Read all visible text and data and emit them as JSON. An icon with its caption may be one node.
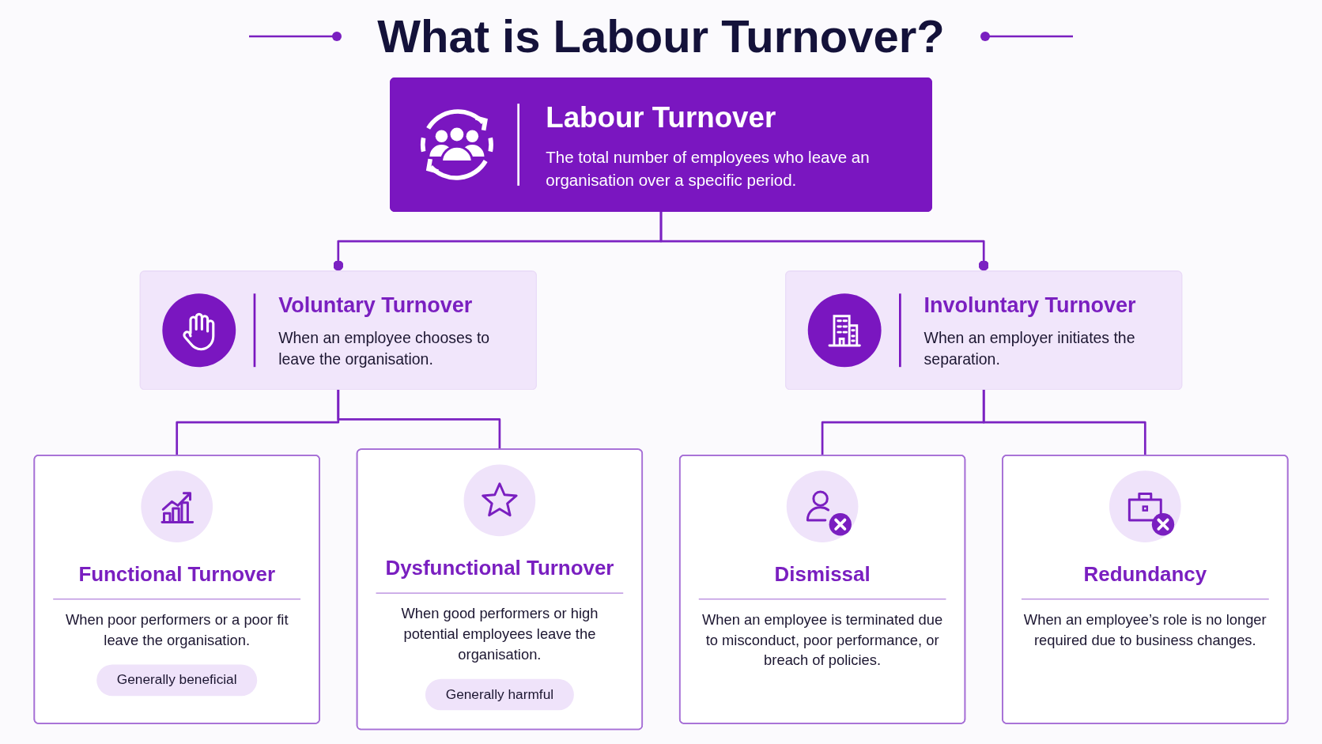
{
  "diagram": {
    "title": "What is Labour Turnover?",
    "nodes": [
      {
        "text": [
          "Labour Turnover",
          "The total number of employees who leave an organisation over a specific period."
        ]
      },
      {
        "text": [
          "Voluntary Turnover",
          "When an employee chooses to leave the organisation."
        ]
      },
      {
        "text": [
          "Involuntary Turnover",
          "When an employer initiates the separation."
        ]
      },
      {
        "text": [
          "Functional Turnover",
          "When poor performers or a poor fit leave the organisation.",
          "Generally beneficial"
        ]
      },
      {
        "text": [
          "Dysfunctional Turnover",
          "When good performers or high potential employees leave the organisation.",
          "Generally harmful"
        ]
      },
      {
        "text": [
          "Dismissal",
          "When an employee is terminated due to misconduct, poor performance, or breach of policies."
        ]
      },
      {
        "text": [
          "Redundancy",
          "When an employee’s role is no longer required due to business changes."
        ]
      }
    ],
    "edges": [
      {
        "from": 0,
        "to": 1,
        "arrow": "other"
      },
      {
        "from": 0,
        "to": 2,
        "arrow": "other"
      },
      {
        "from": 1,
        "to": 3,
        "arrow": "none"
      },
      {
        "from": 1,
        "to": 4,
        "arrow": "none"
      },
      {
        "from": 2,
        "to": 5,
        "arrow": "none"
      },
      {
        "from": 2,
        "to": 6,
        "arrow": "none"
      }
    ]
  }
}
